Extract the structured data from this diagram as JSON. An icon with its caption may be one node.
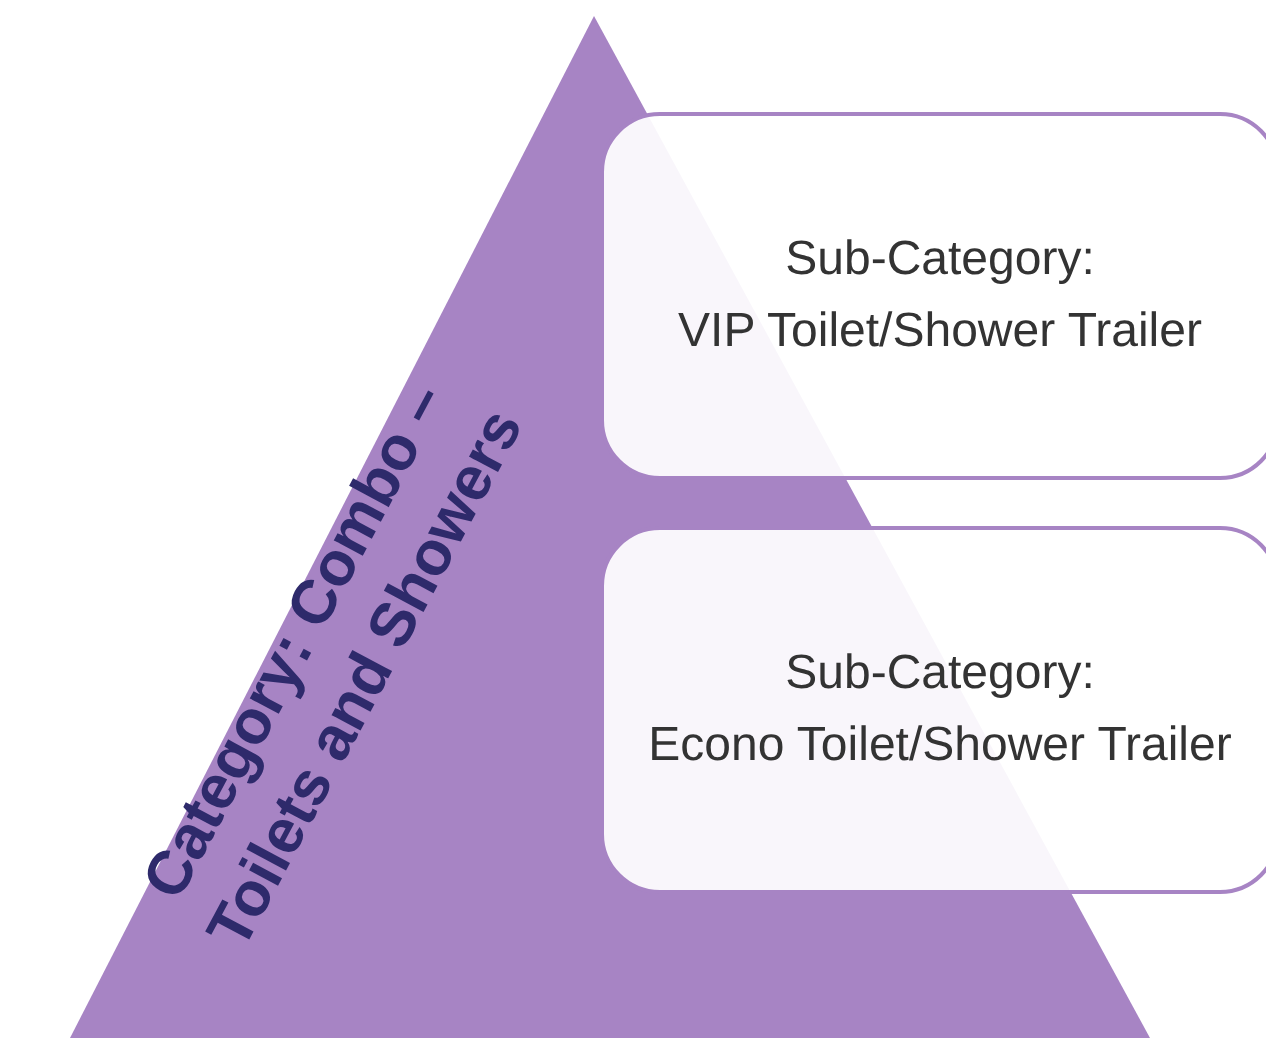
{
  "diagram": {
    "nodes": [
      {
        "text": [
          "Category: Combo – Toilets and Showers"
        ]
      },
      {
        "text": [
          "Sub-Category:",
          "VIP Toilet/Shower Trailer"
        ]
      },
      {
        "text": [
          "Sub-Category:",
          "Econo Toilet/Shower Trailer"
        ]
      }
    ]
  }
}
